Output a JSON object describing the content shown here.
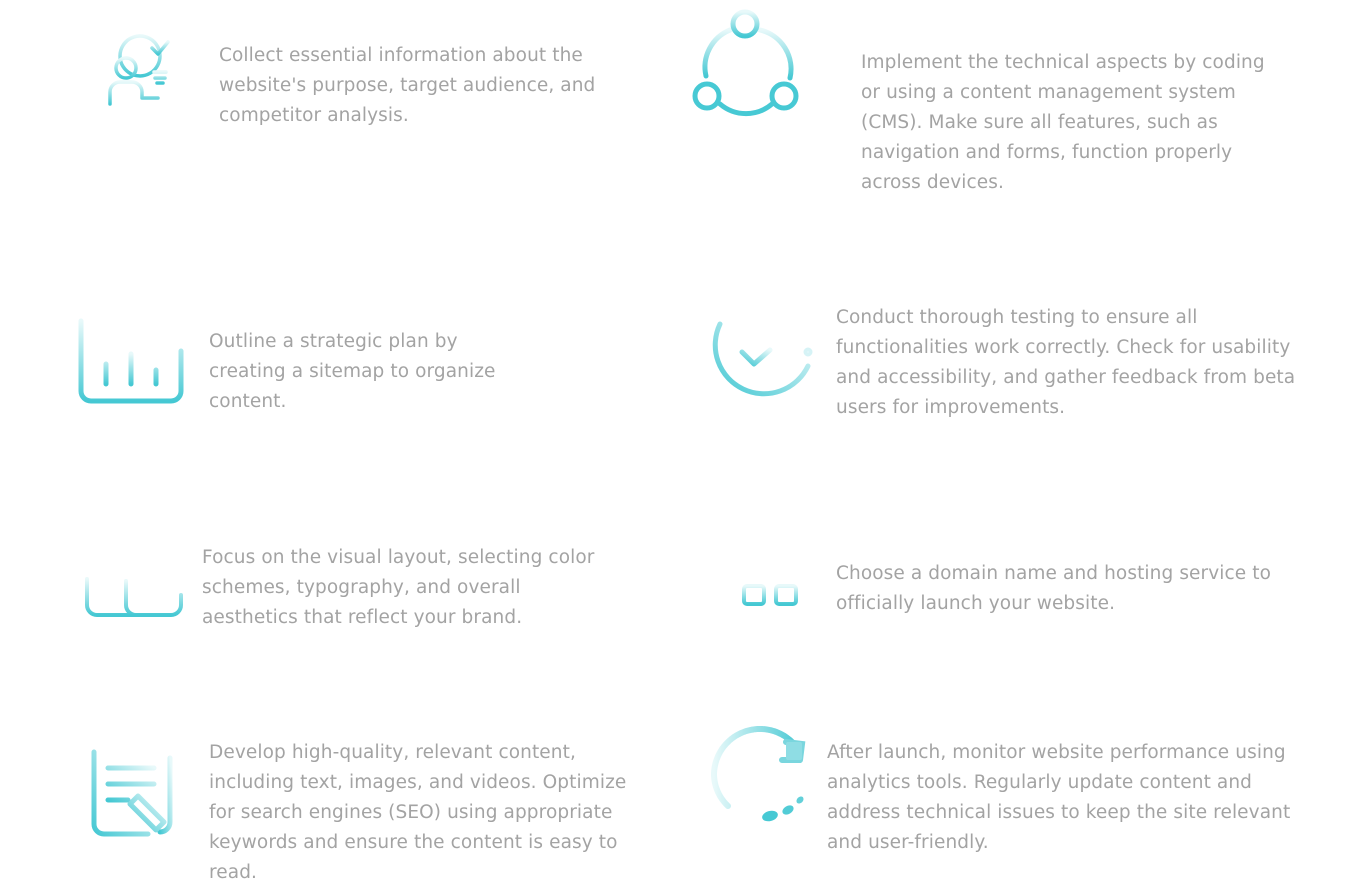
{
  "theme": {
    "text_color": "#a3a3a3",
    "accent_start": "#45c8d3",
    "accent_end": "#e6f8fa"
  },
  "steps": [
    {
      "icon": "person-lightbulb-icon",
      "text": "Collect essential information about the website's purpose, target audience, and competitor analysis."
    },
    {
      "icon": "circle-nodes-icon",
      "text": "Implement the technical aspects by coding or using a content management system (CMS). Make sure all features, such as navigation and forms, function properly across devices."
    },
    {
      "icon": "bar-chart-icon",
      "text": "Outline a strategic plan by creating a sitemap to organize content."
    },
    {
      "icon": "check-circle-icon",
      "text": "Conduct thorough testing to ensure all functionalities work correctly. Check for usability and accessibility, and gather feedback from beta users for improvements."
    },
    {
      "icon": "layout-panels-icon",
      "text": "Focus on the visual layout, selecting color schemes, typography, and overall aesthetics that reflect your brand."
    },
    {
      "icon": "domain-hosting-icon",
      "text": "Choose a domain name and hosting service to officially launch your website."
    },
    {
      "icon": "document-edit-icon",
      "text": "Develop high-quality, relevant content, including text, images, and videos. Optimize for search engines (SEO) using appropriate keywords and ensure the content is easy to read."
    },
    {
      "icon": "refresh-arrow-icon",
      "text": "After launch, monitor website performance using analytics tools. Regularly update content and address technical issues to keep the site relevant and user-friendly."
    }
  ]
}
